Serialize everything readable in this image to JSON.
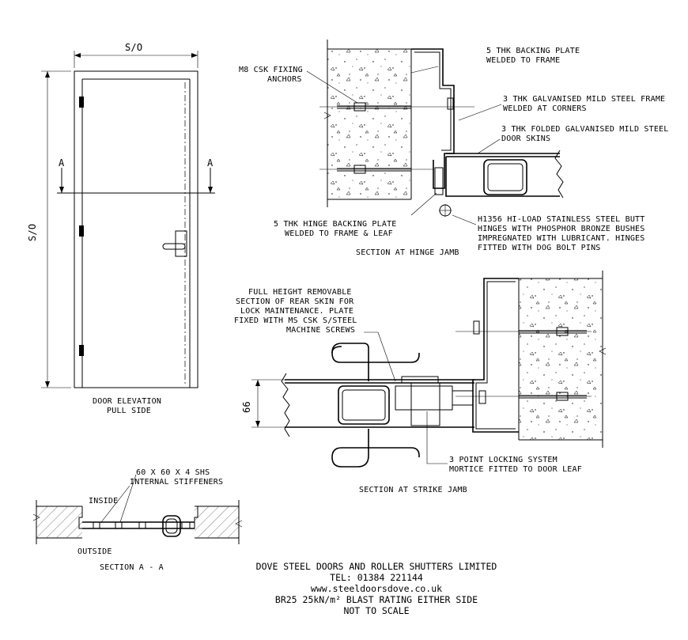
{
  "elevation": {
    "width_dim": "S/O",
    "height_dim": "S/O",
    "section_mark_left": "A",
    "section_mark_right": "A",
    "caption_line1": "DOOR ELEVATION",
    "caption_line2": "PULL SIDE"
  },
  "hinge_jamb": {
    "label_backing_plate_1": "5 THK BACKING PLATE",
    "label_backing_plate_2": "WELDED TO FRAME",
    "label_anchors_1": "M8 CSK FIXING",
    "label_anchors_2": "ANCHORS",
    "label_frame_1": "3 THK GALVANISED MILD STEEL FRAME",
    "label_frame_2": "WELDED AT CORNERS",
    "label_skins_1": "3 THK FOLDED GALVANISED MILD STEEL",
    "label_skins_2": "DOOR SKINS",
    "label_hinge_plate_1": "5 THK HINGE BACKING PLATE",
    "label_hinge_plate_2": "WELDED TO FRAME & LEAF",
    "label_hinges_1": "H1356 HI-LOAD STAINLESS STEEL BUTT",
    "label_hinges_2": "HINGES WITH PHOSPHOR BRONZE BUSHES",
    "label_hinges_3": "IMPREGNATED WITH LUBRICANT. HINGES",
    "label_hinges_4": "FITTED WITH DOG BOLT PINS",
    "caption": "SECTION AT HINGE JAMB"
  },
  "strike_jamb": {
    "label_skin_1": "FULL HEIGHT REMOVABLE",
    "label_skin_2": "SECTION OF REAR SKIN FOR",
    "label_skin_3": "LOCK MAINTENANCE. PLATE",
    "label_skin_4": "FIXED WITH MS CSK S/STEEL",
    "label_skin_5": "MACHINE SCREWS",
    "dim_thickness": "66",
    "label_lock_1": "3 POINT LOCKING SYSTEM",
    "label_lock_2": "MORTICE FITTED TO DOOR LEAF",
    "caption": "SECTION AT STRIKE JAMB"
  },
  "section_aa": {
    "label_stiffeners_1": "60 X 60 X 4 SHS",
    "label_stiffeners_2": "INTERNAL STIFFENERS",
    "label_inside": "INSIDE",
    "label_outside": "OUTSIDE",
    "caption": "SECTION A - A"
  },
  "footer": {
    "company": "DOVE STEEL DOORS AND ROLLER SHUTTERS LIMITED",
    "tel": "TEL: 01384 221144",
    "web": "www.steeldoorsdove.co.uk",
    "rating": "BR25 25kN/m² BLAST RATING EITHER SIDE",
    "scale": "NOT TO SCALE"
  }
}
